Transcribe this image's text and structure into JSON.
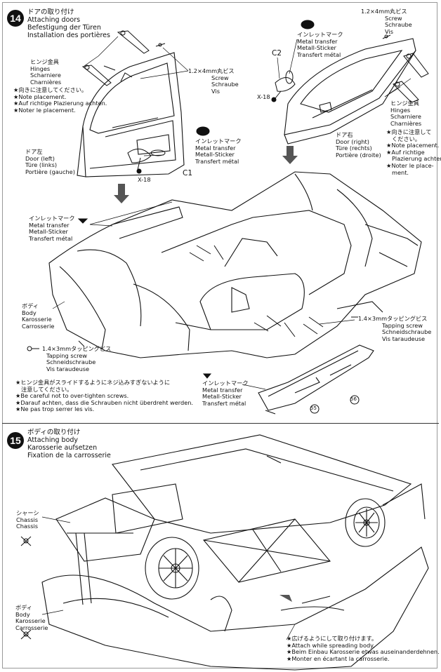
{
  "step14": {
    "number": "14",
    "title_jp": "ドアの取り付け",
    "title_en": "Attaching doors",
    "title_de": "Befestigung der Türen",
    "title_fr": "Installation des portières",
    "hinges_left": {
      "jp": "ヒンジ金具",
      "en": "Hinges",
      "de": "Scharniere",
      "fr": "Charnières"
    },
    "note_left": [
      "★向きに注意してください。",
      "★Note placement.",
      "★Auf richtige Plazierung achten.",
      "★Noter le placement."
    ],
    "screw_mid": {
      "jp": "1.2×4mm丸ビス",
      "en": "Screw",
      "de": "Schraube",
      "fr": "Vis"
    },
    "screw_top": {
      "jp": "1.2×4mm丸ビス",
      "en": "Screw",
      "de": "Schraube",
      "fr": "Vis"
    },
    "metal_c2": {
      "jp": "インレットマーク",
      "en": "Metal transfer",
      "de": "Metall-Sticker",
      "fr": "Transfert métal"
    },
    "metal_c1": {
      "jp": "インレットマーク",
      "en": "Metal transfer",
      "de": "Metall-Sticker",
      "fr": "Transfert métal"
    },
    "part_c2": "C2",
    "part_c1": "C1",
    "x18_a": "X-18",
    "x18_b": "X-18",
    "door_left": {
      "jp": "ドア左",
      "en": "Door (left)",
      "de": "Türe (links)",
      "fr": "Portière (gauche)"
    },
    "door_right": {
      "jp": "ドア右",
      "en": "Door (right)",
      "de": "Türe (rechts)",
      "fr": "Portière (droite)"
    },
    "hinges_right": {
      "jp": "ヒンジ金具",
      "en": "Hinges",
      "de": "Scharniere",
      "fr": "Charnières"
    },
    "note_right": [
      "★向きに注意して",
      "ください。",
      "★Note placement.",
      "★Auf richtige",
      "Plazierung achten.",
      "★Noter le place-",
      "ment."
    ],
    "metal_body": {
      "jp": "インレットマーク",
      "en": "Metal transfer",
      "de": "Metall-Sticker",
      "fr": "Transfert métal"
    },
    "body": {
      "jp": "ボディ",
      "en": "Body",
      "de": "Karosserie",
      "fr": "Carrosserie"
    },
    "tapping_left": {
      "jp": "1.4×3mmタッピングビス",
      "en": "Tapping screw",
      "de": "Schneidschraube",
      "fr": "Vis taraudeuse"
    },
    "tapping_right": {
      "jp": "1.4×3mmタッピングビス",
      "en": "Tapping screw",
      "de": "Schneidschraube",
      "fr": "Vis taraudeuse"
    },
    "caution": [
      "★ヒンジ金具がスライドするようにネジ込みすぎないように",
      "注意してください。",
      "★Be careful not to over-tighten screws.",
      "★Darauf achten, dass die Schrauben nicht überdreht werden.",
      "★Ne pas trop serrer les vis."
    ],
    "metal_wing": {
      "jp": "インレットマーク",
      "en": "Metal transfer",
      "de": "Metall-Sticker",
      "fr": "Transfert métal"
    },
    "marker_a": "55",
    "marker_b": "56"
  },
  "step15": {
    "number": "15",
    "title_jp": "ボディの取り付け",
    "title_en": "Attaching body",
    "title_de": "Karosserie aufsetzen",
    "title_fr": "Fixation de la carrosserie",
    "chassis": {
      "jp": "シャーシ",
      "en": "Chassis",
      "de": "Chassis"
    },
    "body": {
      "jp": "ボディ",
      "en": "Body",
      "de": "Karosserie",
      "fr": "Carrosserie"
    },
    "note": [
      "★広げるようにして取り付けます。",
      "★Attach while spreading body.",
      "★Beim Einbau Karosserie etwas auseinanderdehnen.",
      "★Monter en écartant la carrosserie."
    ]
  }
}
